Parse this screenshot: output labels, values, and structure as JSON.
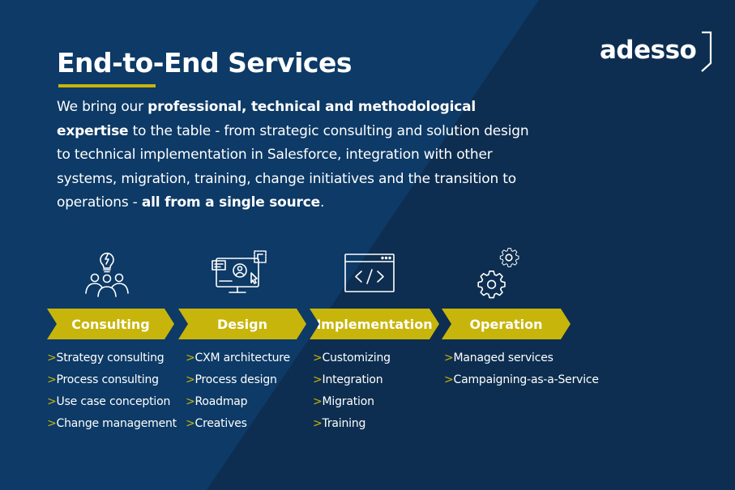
{
  "brand": {
    "logo_text": "adesso",
    "accent_color": "#c8b50b",
    "bg_primary": "#0d3a66",
    "bg_secondary": "#0d2e50"
  },
  "title": "End-to-End Services",
  "intro": {
    "p1": "We bring our ",
    "b1": "professional, technical and methodological expertise",
    "p2": " to the table - from strategic consulting and solution design to technical implementation in Salesforce, integration with other systems, migration, training, change initiatives and the transition to operations - ",
    "b2": "all from a single source",
    "p3": "."
  },
  "bullet_prefix": ">",
  "columns": [
    {
      "label": "Consulting",
      "icon": "lightbulb-team-icon",
      "items": [
        "Strategy consulting",
        "Process consulting",
        "Use case conception",
        "Change management"
      ]
    },
    {
      "label": "Design",
      "icon": "monitor-design-icon",
      "items": [
        "CXM architecture",
        "Process design",
        "Roadmap",
        "Creatives"
      ]
    },
    {
      "label": "Implementation",
      "icon": "code-window-icon",
      "items": [
        "Customizing",
        "Integration",
        "Migration",
        "Training"
      ]
    },
    {
      "label": "Operation",
      "icon": "gears-icon",
      "items": [
        "Managed services",
        "Campaigning-as-a-Service"
      ]
    }
  ]
}
